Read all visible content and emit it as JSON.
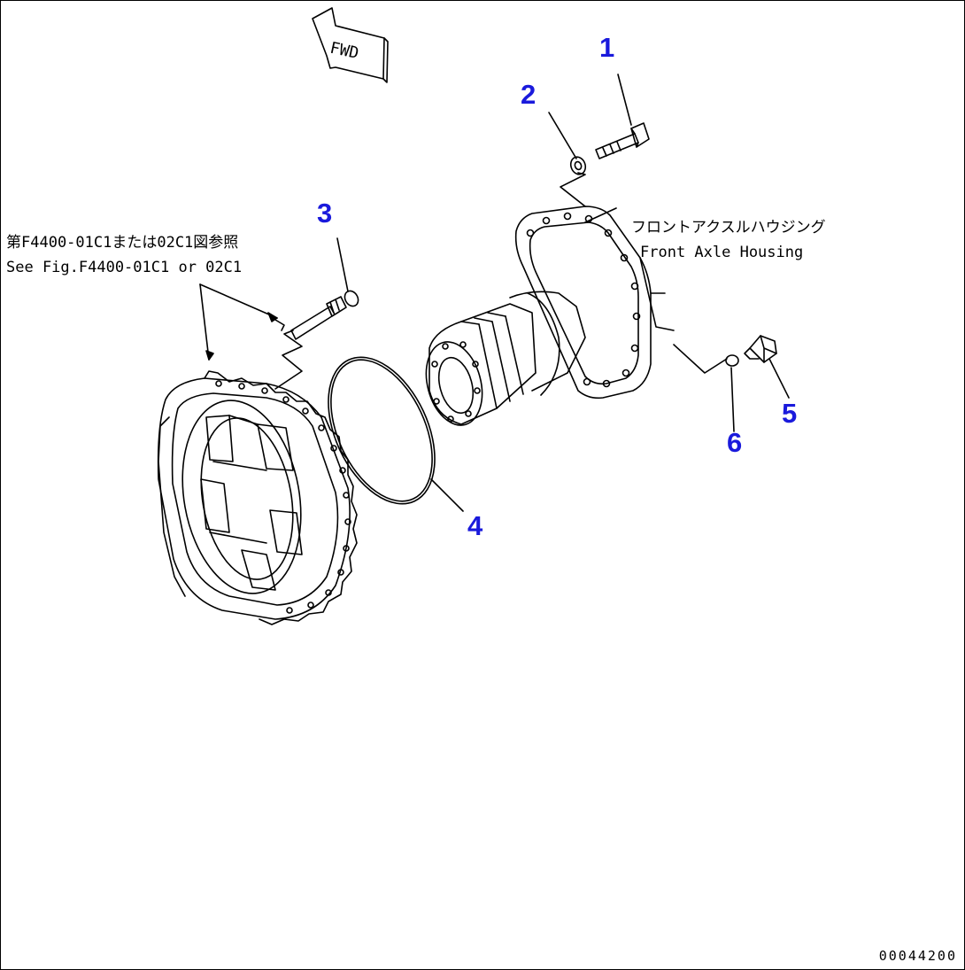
{
  "fwd_label": "FWD",
  "reference_note": {
    "line_jp": "第F4400-01C1または02C1図参照",
    "line_en": "See Fig.F4400-01C1 or 02C1"
  },
  "housing_label": {
    "line_jp": "フロントアクスルハウジング",
    "line_en": "Front Axle Housing"
  },
  "callouts": [
    "1",
    "2",
    "3",
    "4",
    "5",
    "6"
  ],
  "drawing_number": "00044200",
  "colors": {
    "callout": "#1a1adc",
    "linework": "#000000",
    "background": "#ffffff"
  }
}
